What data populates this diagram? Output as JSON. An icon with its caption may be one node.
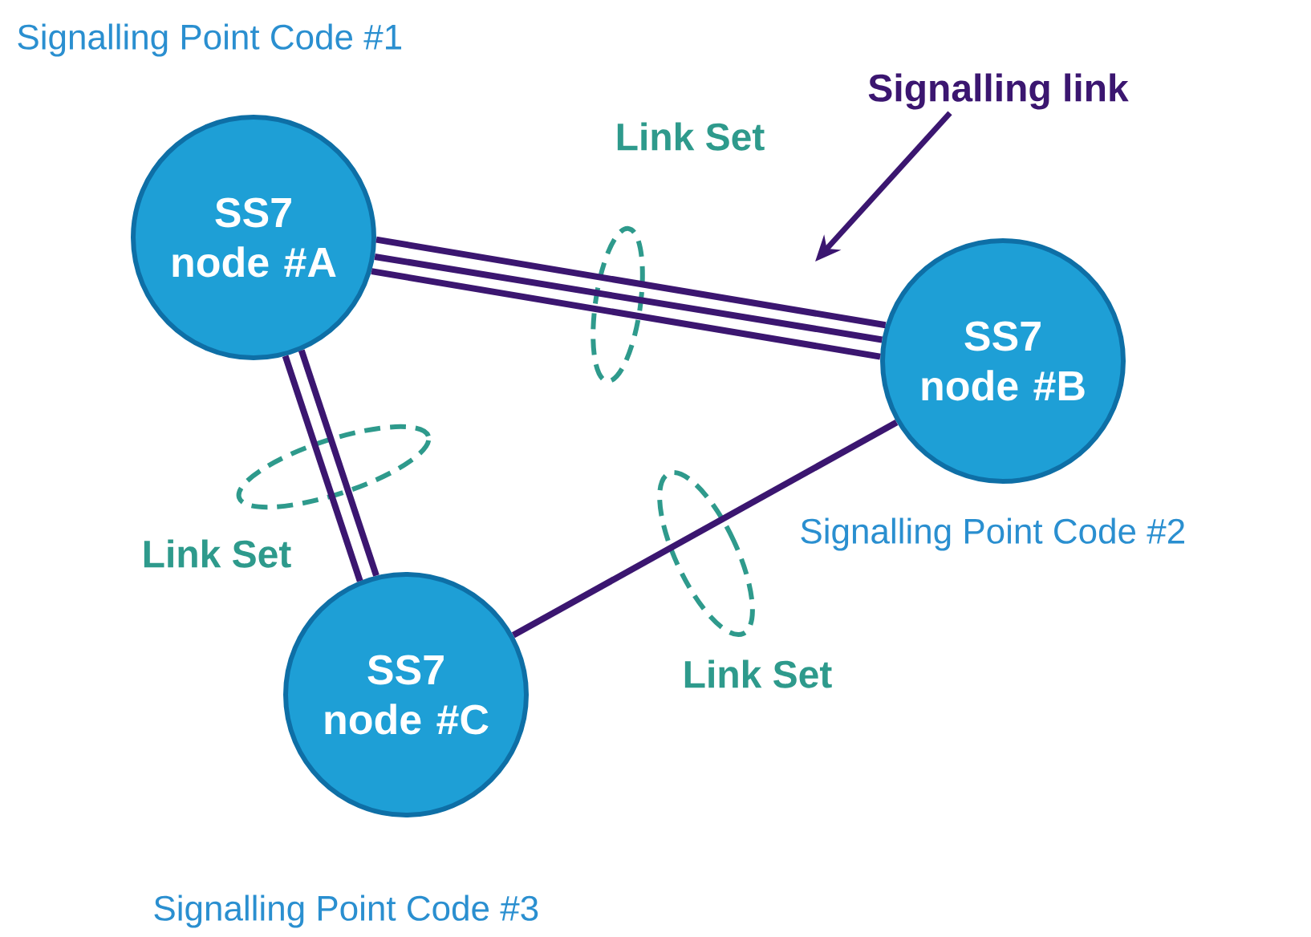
{
  "diagram": {
    "nodes": [
      {
        "text": [
          "SS7 node #A"
        ],
        "beside": [
          "Signalling Point Code #1"
        ]
      },
      {
        "text": [
          "SS7 node #B"
        ],
        "beside": [
          "Signalling Point Code #2"
        ]
      },
      {
        "text": [
          "SS7 node #C"
        ],
        "beside": [
          "Signalling Point Code #3"
        ]
      },
      {
        "text": [
          "Signalling link"
        ]
      }
    ],
    "edges": [
      {
        "from": 0,
        "to": 1,
        "arrow": "none"
      },
      {
        "from": 0,
        "to": 1,
        "arrow": "none"
      },
      {
        "from": 0,
        "to": 1,
        "arrow": "none"
      },
      {
        "from": 0,
        "to": 2,
        "arrow": "none"
      },
      {
        "from": 0,
        "to": 2,
        "arrow": "none"
      },
      {
        "from": 1,
        "to": 2,
        "arrow": "none"
      },
      {
        "from": 3,
        "to": null,
        "arrow": "to"
      }
    ],
    "labels": [
      "Link Set",
      "Link Set",
      "Link Set"
    ]
  }
}
